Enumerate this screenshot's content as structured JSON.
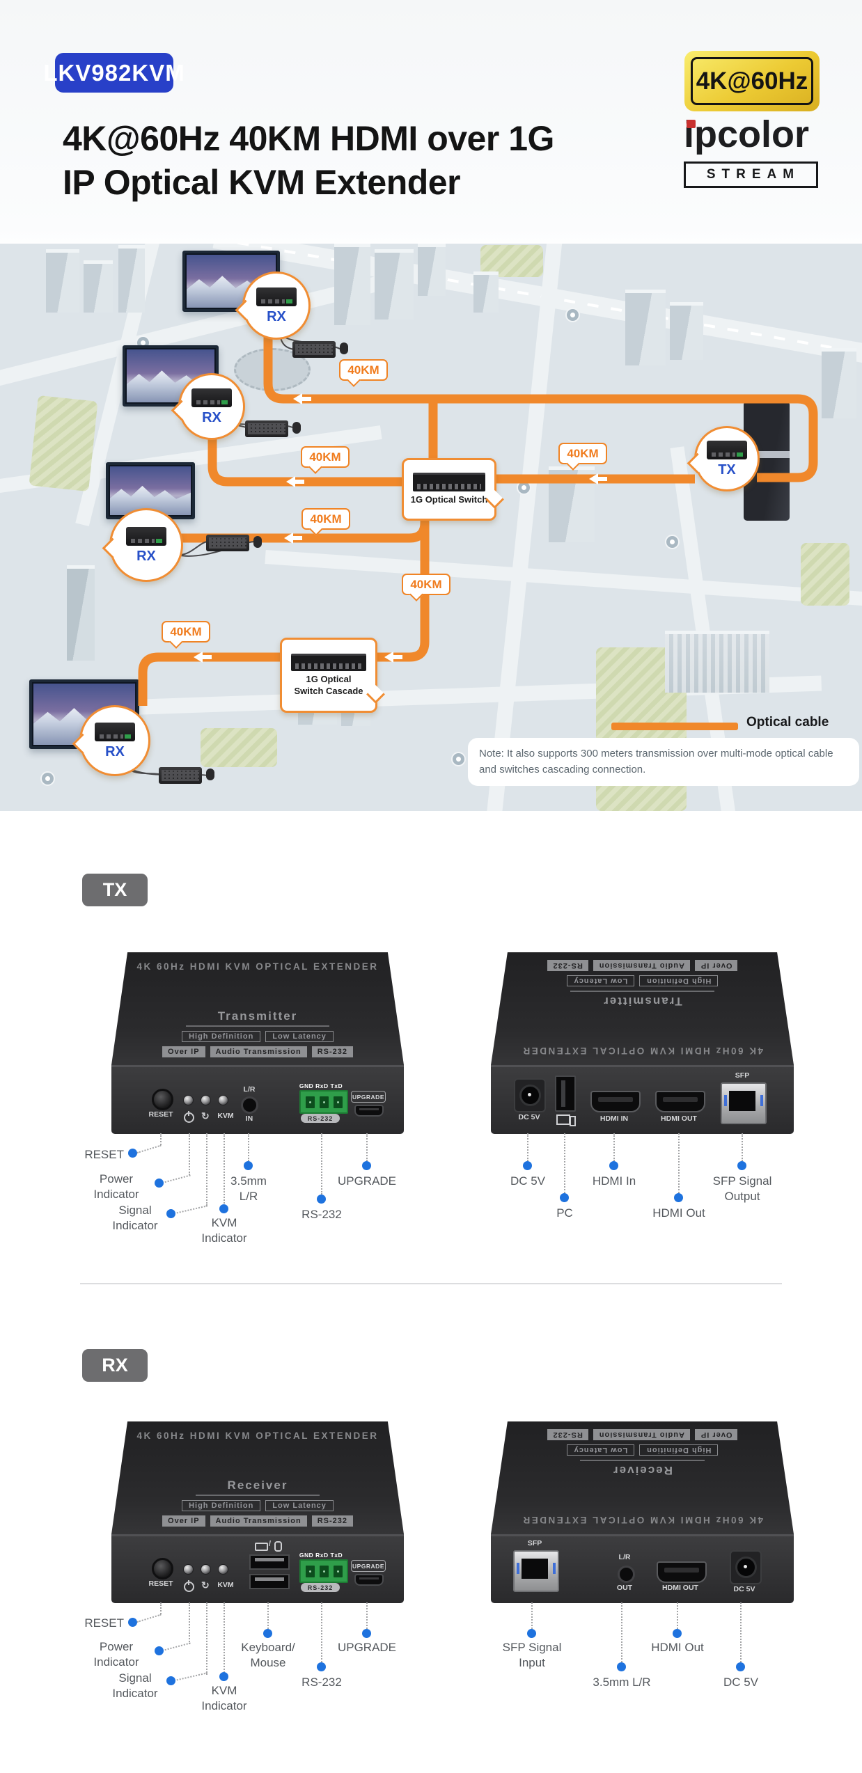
{
  "header": {
    "model": "LKV982KVM",
    "title_line1": "4K@60Hz 40KM HDMI over 1G",
    "title_line2": "IP Optical KVM Extender",
    "badge_4k": "4K@60Hz",
    "brand": "ipcolor",
    "brand_sub": "STREAM"
  },
  "map": {
    "rx_label": "RX",
    "tx_label": "TX",
    "distance_label": "40KM",
    "switch_label": "1G Optical Switch",
    "cascade_line1": "1G Optical",
    "cascade_line2": "Switch Cascade",
    "legend_label": "Optical cable",
    "note_text": "Note: It also supports 300 meters transmission over multi-mode optical cable and switches cascading connection.",
    "cable_color": "#F0882B"
  },
  "sections": {
    "tx_badge": "TX",
    "rx_badge": "RX"
  },
  "device": {
    "top_title": "4K 60Hz HDMI KVM OPTICAL EXTENDER",
    "badges_row1": [
      "High Definition",
      "Low Latency"
    ],
    "badges_row2": [
      "Over IP",
      "Audio Transmission",
      "RS-232"
    ],
    "reset": "RESET",
    "kvm": "KVM",
    "signal_glyph": "↻",
    "rs232_pins": "GND RxD TxD",
    "rs232": "RS-232",
    "upgrade": "UPGRADE"
  },
  "tx": {
    "role": "Transmitter",
    "front": {
      "lr_top": "L/R",
      "lr_bottom": "IN"
    },
    "rear": {
      "dc": "DC 5V",
      "hdmi_in": "HDMI IN",
      "hdmi_out": "HDMI OUT",
      "sfp": "SFP"
    },
    "front_callouts": [
      [
        "RESET"
      ],
      [
        "Power",
        "Indicator"
      ],
      [
        "Signal",
        "Indicator"
      ],
      [
        "KVM",
        "Indicator"
      ],
      [
        "3.5mm",
        "L/R"
      ],
      [
        "RS-232"
      ],
      [
        "UPGRADE"
      ]
    ],
    "rear_callouts": [
      [
        "DC 5V"
      ],
      [
        "PC"
      ],
      [
        "HDMI In"
      ],
      [
        "HDMI Out"
      ],
      [
        "SFP Signal",
        "Output"
      ]
    ]
  },
  "rx": {
    "role": "Receiver",
    "rear": {
      "sfp": "SFP",
      "lr_top": "L/R",
      "lr_bottom": "OUT",
      "hdmi_out": "HDMI OUT",
      "dc": "DC 5V"
    },
    "front_callouts": [
      [
        "RESET"
      ],
      [
        "Power",
        "Indicator"
      ],
      [
        "Signal",
        "Indicator"
      ],
      [
        "KVM",
        "Indicator"
      ],
      [
        "Keyboard/",
        "Mouse"
      ],
      [
        "RS-232"
      ],
      [
        "UPGRADE"
      ]
    ],
    "rear_callouts": [
      [
        "SFP Signal",
        "Input"
      ],
      [
        "3.5mm L/R"
      ],
      [
        "HDMI Out"
      ],
      [
        "DC 5V"
      ]
    ]
  }
}
